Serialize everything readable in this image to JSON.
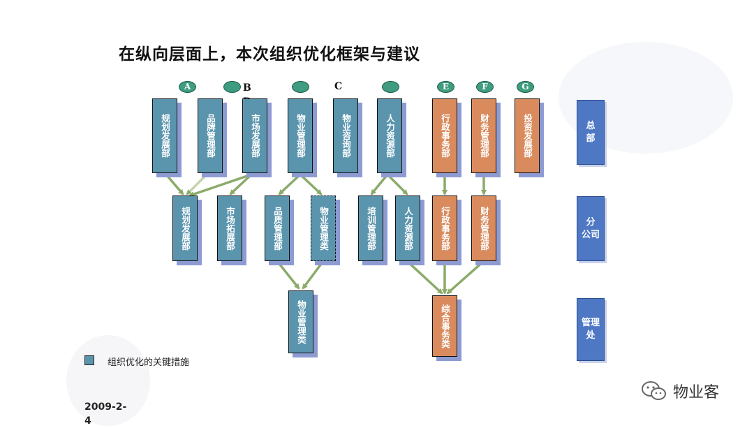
{
  "title": "在纵向层面上，本次组织优化框架与建议",
  "markers": {
    "A": "A",
    "BD": "B\nD",
    "C": "C",
    "E": "E",
    "F": "F",
    "G": "G"
  },
  "levels": {
    "hq": "总\n部",
    "branch": "分\n公司",
    "office": "管理\n处"
  },
  "hq_depts": [
    "规划发展部",
    "品牌管理部",
    "市场发展部",
    "物业管理部",
    "物业咨询部",
    "人力资源部",
    "行政事务部",
    "财务管理部",
    "投资发展部"
  ],
  "branch_depts": [
    "规划发展部",
    "市场拓展部",
    "品质管理部",
    "物业管理类",
    "培训管理部",
    "人力资源部",
    "行政事务部",
    "财务管理部"
  ],
  "office_depts": [
    "物业管理类",
    "综合事务类"
  ],
  "legend": {
    "label": "组织优化的关键措施"
  },
  "date": "2009-2-4",
  "watermark": "物业客",
  "colors": {
    "blue_box": "#5a94ad",
    "orange_box": "#d98b5e",
    "arrow": "#8bab6a",
    "level_bar": "#4e78c4",
    "marker": "#3f9c80"
  }
}
